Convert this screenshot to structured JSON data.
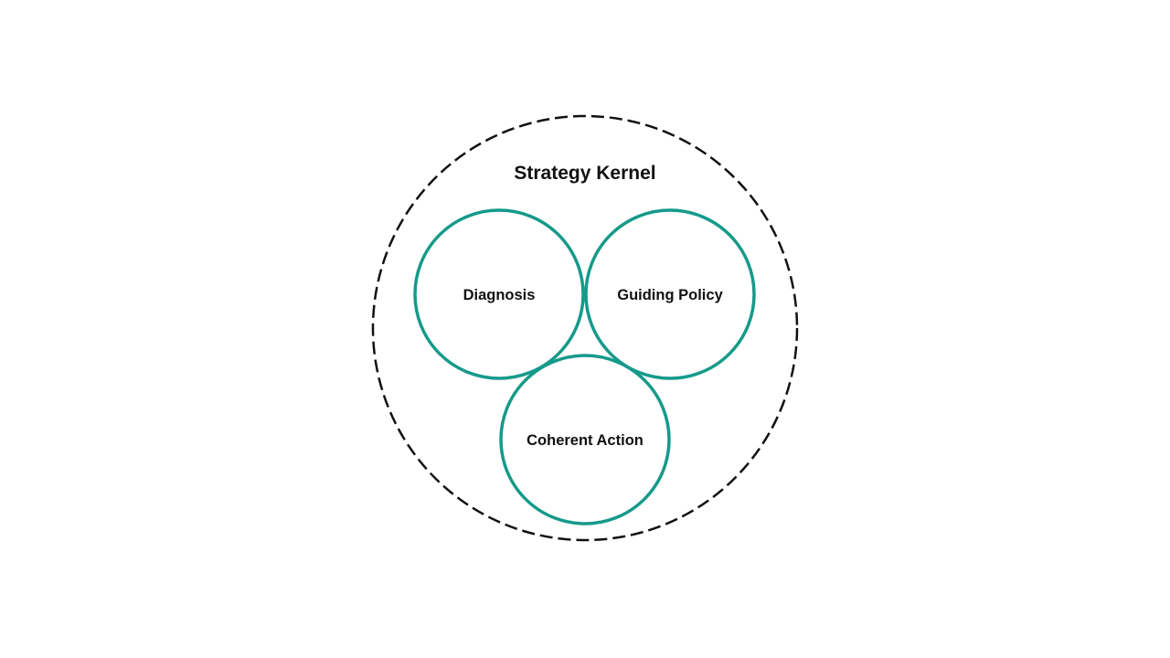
{
  "diagram": {
    "title": "Strategy Kernel",
    "nodes": [
      {
        "id": "diagnosis",
        "label": "Diagnosis"
      },
      {
        "id": "guiding_policy",
        "label": "Guiding Policy"
      },
      {
        "id": "coherent_action",
        "label": "Coherent Action"
      }
    ]
  },
  "colors": {
    "outer_border": "#111111",
    "node_border": "#159A8A",
    "text": "#111111",
    "background": "#FFFFFF"
  }
}
